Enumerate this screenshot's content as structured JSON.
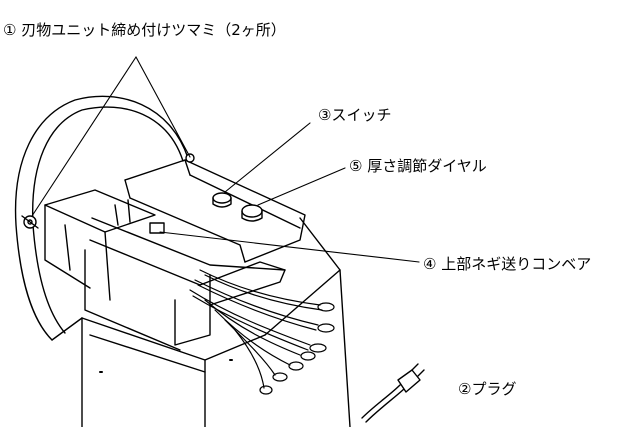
{
  "callouts": {
    "knobs": "① 刃物ユニット締め付けツマミ（2ヶ所）",
    "switch": "③スイッチ",
    "dial": "⑤ 厚さ調節ダイヤル",
    "conveyor": "④ 上部ネギ送りコンベア",
    "plug": "②プラグ"
  },
  "colors": {
    "line": "#000000",
    "background": "#ffffff"
  }
}
